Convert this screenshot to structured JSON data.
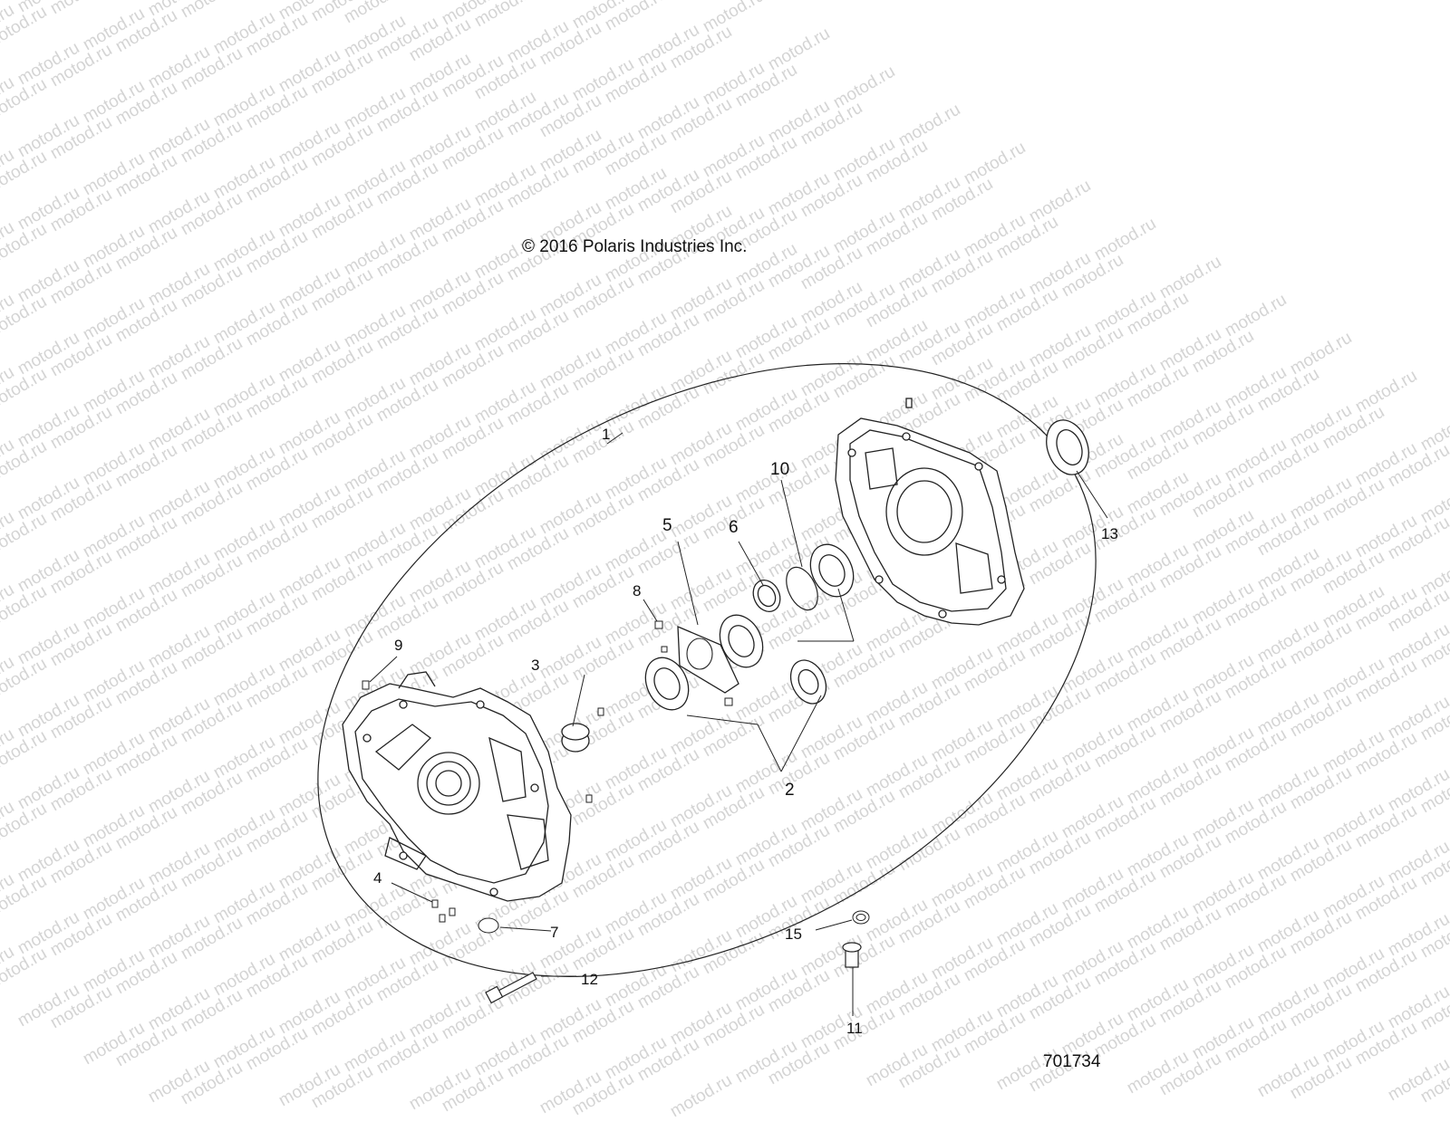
{
  "watermark": "motod.ru",
  "copyright": "© 2016 Polaris Industries Inc.",
  "reference_number": "701734",
  "callouts": {
    "c1": "1",
    "c2": "2",
    "c3": "3",
    "c4": "4",
    "c5": "5",
    "c6": "6",
    "c7": "7",
    "c8": "8",
    "c9": "9",
    "c10": "10",
    "c11": "11",
    "c12": "12",
    "c13": "13",
    "c15": "15"
  }
}
